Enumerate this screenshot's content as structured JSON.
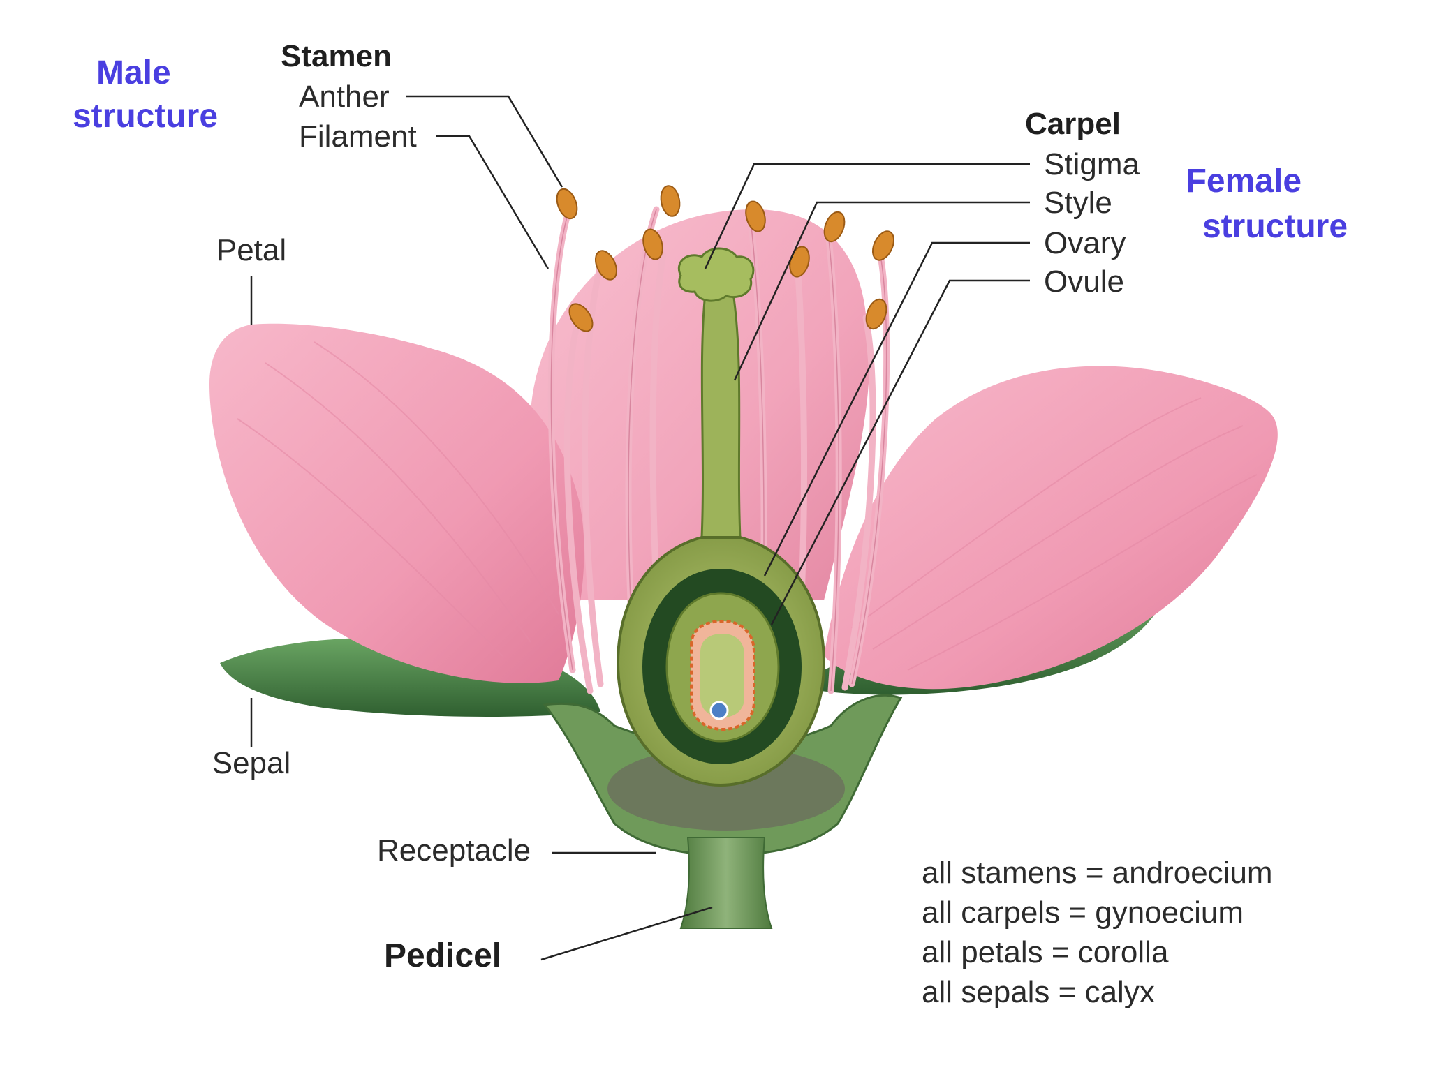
{
  "colors": {
    "group_label": "#4a3fe0",
    "petal": "#f4a7bd",
    "petal_dark": "#e47c9b",
    "sepal": "#4f8a4b",
    "sepal_dark": "#2f5f30",
    "carpel": "#9fb45a",
    "carpel_dark": "#586e2a",
    "anther": "#d88a2c"
  },
  "groups": {
    "male": [
      "Male",
      "structure"
    ],
    "female": [
      "Female",
      "structure"
    ]
  },
  "stamen": {
    "title": "Stamen",
    "anther": "Anther",
    "filament": "Filament"
  },
  "carpel": {
    "title": "Carpel",
    "stigma": "Stigma",
    "style": "Style",
    "ovary": "Ovary",
    "ovule": "Ovule"
  },
  "labels": {
    "petal": "Petal",
    "sepal": "Sepal",
    "receptacle": "Receptacle",
    "pedicel": "Pedicel"
  },
  "definitions": [
    "all stamens = androecium",
    "all carpels = gynoecium",
    "all petals = corolla",
    "all sepals = calyx"
  ]
}
